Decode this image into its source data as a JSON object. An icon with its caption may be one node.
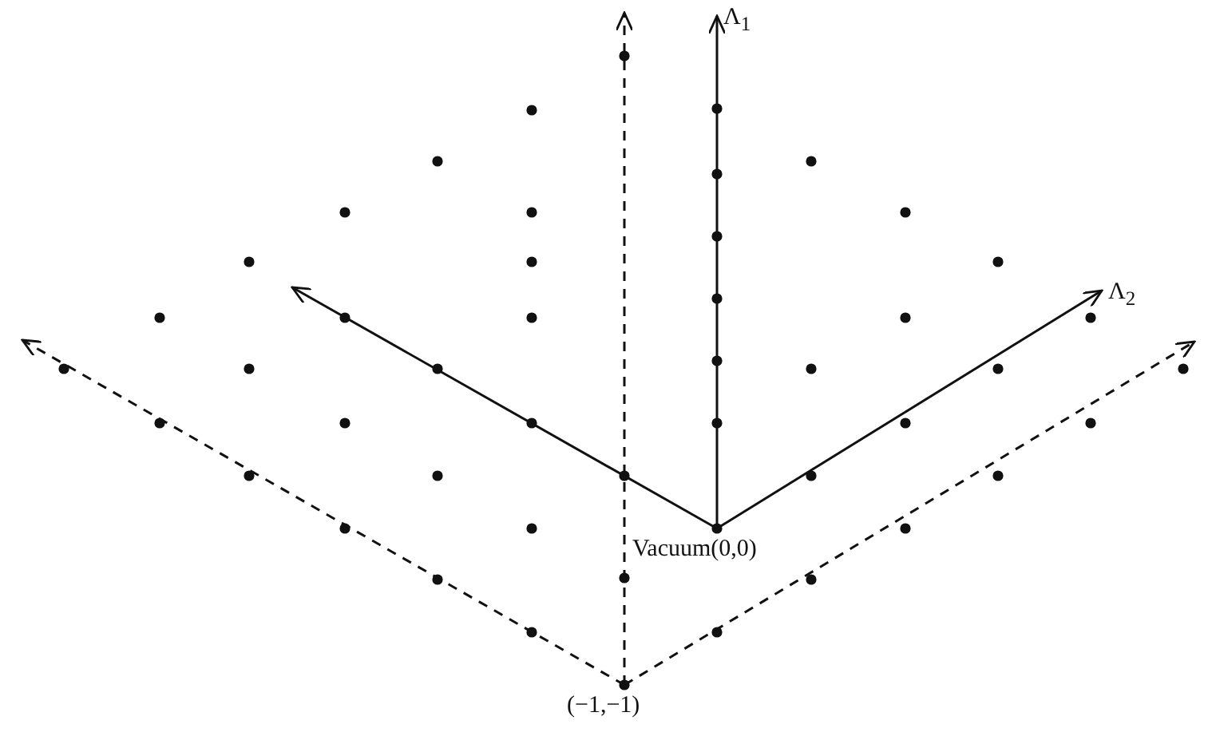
{
  "diagram": {
    "nodes": [
      {
        "text": [
          "Vacuum(0,0)"
        ]
      },
      {
        "text": [
          "(−1,−1)"
        ]
      },
      {
        "text": [
          "Λ$_{1}$"
        ]
      },
      {
        "text": [
          "Λ$_{2}$"
        ]
      }
    ],
    "edges": [
      {
        "from": 0,
        "to": 2,
        "arrow": "to"
      },
      {
        "from": 0,
        "to": 3,
        "arrow": "to"
      },
      {
        "from": 0,
        "to": null,
        "arrow": "to"
      },
      {
        "from": 1,
        "to": null,
        "arrow": "to",
        "style": "dashed"
      },
      {
        "from": 1,
        "to": null,
        "arrow": "to",
        "style": "dashed"
      },
      {
        "from": 1,
        "to": null,
        "arrow": "to",
        "style": "dashed"
      }
    ]
  }
}
